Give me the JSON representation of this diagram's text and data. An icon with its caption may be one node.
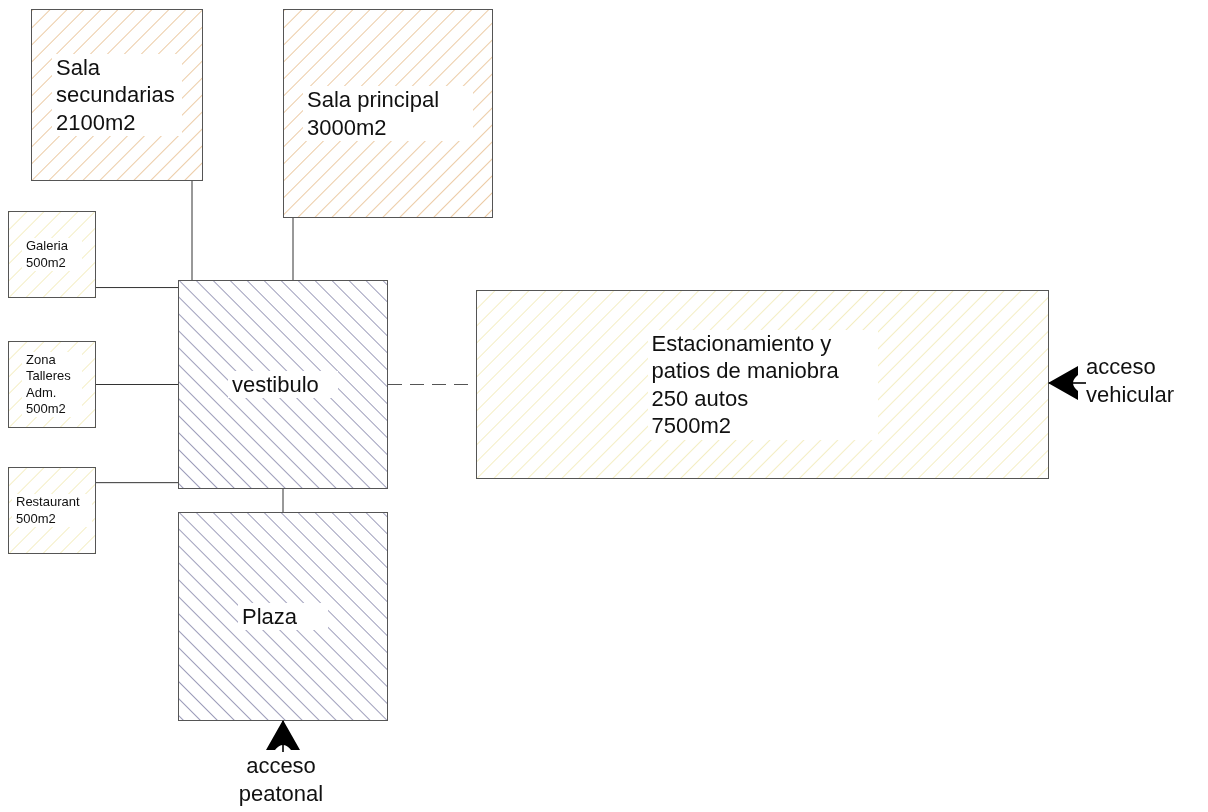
{
  "diagram": {
    "nodes": [
      {
        "text": [
          "Sala secundarias",
          "2100m2"
        ]
      },
      {
        "text": [
          "Sala principal",
          "3000m2"
        ]
      },
      {
        "text": [
          "Galeria",
          "500m2"
        ]
      },
      {
        "text": [
          "vestibulo"
        ]
      },
      {
        "text": [
          "Zona Talleres Adm.",
          "500m2"
        ]
      },
      {
        "text": [
          "Estacionamiento y patios de maniobra",
          "250 autos",
          "7500m2"
        ]
      },
      {
        "text": [
          "acceso vehicular"
        ]
      },
      {
        "text": [
          "Restaurant",
          "500m2"
        ]
      },
      {
        "text": [
          "Plaza"
        ]
      },
      {
        "text": [
          "acceso peatonal"
        ]
      }
    ],
    "edges": [
      {
        "from": 0,
        "to": 3,
        "arrow": "none"
      },
      {
        "from": 1,
        "to": 3,
        "arrow": "none"
      },
      {
        "from": 2,
        "to": 3,
        "arrow": "none"
      },
      {
        "from": 4,
        "to": 3,
        "arrow": "none"
      },
      {
        "from": 7,
        "to": 3,
        "arrow": "none"
      },
      {
        "from": 3,
        "to": 8,
        "arrow": "none"
      },
      {
        "from": 3,
        "to": 5,
        "arrow": "none",
        "style": "dashed"
      },
      {
        "from": 6,
        "to": 5,
        "arrow": "to"
      },
      {
        "from": 9,
        "to": 8,
        "arrow": "to"
      }
    ]
  }
}
